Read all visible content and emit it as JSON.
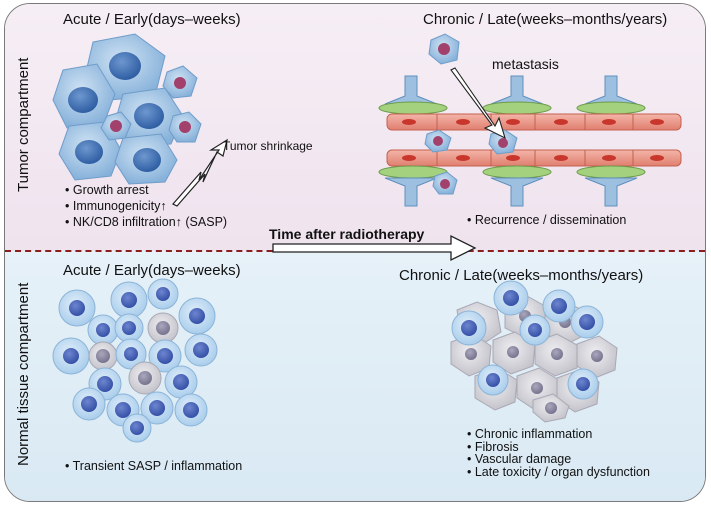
{
  "tumor_compartment": {
    "side_label": "Tumor compartment",
    "acute_heading": "Acute / Early(days–weeks)",
    "chronic_heading": "Chronic / Late(weeks–months/years)",
    "acute_bullets": [
      "Growth arrest",
      "Immunogenicity↑",
      "NK/CD8 infiltration↑ (SASP)"
    ],
    "shrink_label": "Tumor shrinkage",
    "metastasis_label": "metastasis",
    "chronic_bullets": [
      "Recurrence / dissemination"
    ]
  },
  "time_arrow_label": "Time after radiotherapy",
  "normal_compartment": {
    "side_label": "Normal tissue compartment",
    "acute_heading": "Acute / Early(days–weeks)",
    "chronic_heading": "Chronic / Late(weeks–months/years)",
    "acute_bullets": [
      "Transient SASP / inflammation"
    ],
    "chronic_bullets": [
      "Chronic inflammation",
      "Fibrosis",
      "Vascular damage",
      "Late toxicity / organ dysfunction"
    ]
  },
  "colors": {
    "tumor_bg": "#f2e7f1",
    "normal_bg": "#deedf6",
    "divider": "#8b1e1e",
    "tumor_cell": "#8ab4dc",
    "tumor_nucleus": "#4a78b8",
    "senescent_nucleus": "#a0406a",
    "vessel": "#e89a8a",
    "pericyte": "#9fcf7c",
    "basement": "#8fb6d8",
    "normal_cell": "#b9d8f0",
    "normal_nucleus": "#4668b8",
    "senescent_cell": "#cfcfd4",
    "senescent_cell_nucleus": "#8c8aa2"
  }
}
